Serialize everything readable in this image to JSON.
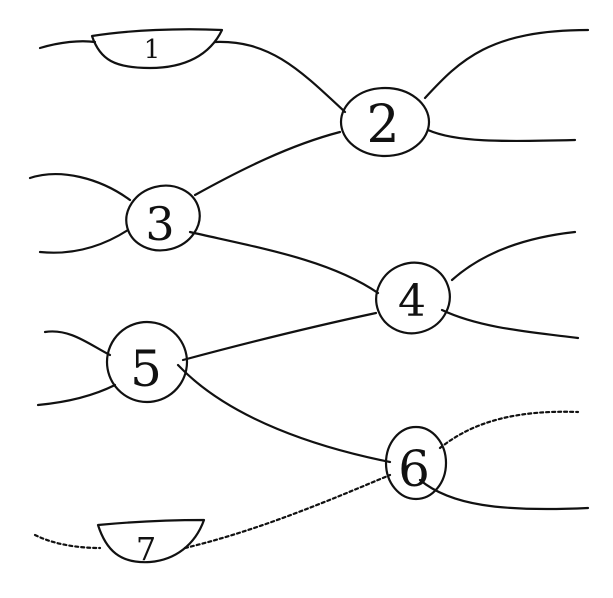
{
  "nodes": [
    {
      "id": "1",
      "label": "1",
      "shape": "half-ellipse"
    },
    {
      "id": "2",
      "label": "2",
      "shape": "ellipse"
    },
    {
      "id": "3",
      "label": "3",
      "shape": "ellipse"
    },
    {
      "id": "4",
      "label": "4",
      "shape": "ellipse"
    },
    {
      "id": "5",
      "label": "5",
      "shape": "ellipse"
    },
    {
      "id": "6",
      "label": "6",
      "shape": "ellipse"
    },
    {
      "id": "7",
      "label": "7",
      "shape": "half-ellipse"
    }
  ],
  "edges": [
    {
      "from": "1",
      "to": "2"
    },
    {
      "from": "3",
      "to": "2"
    },
    {
      "from": "3",
      "to": "4"
    },
    {
      "from": "5",
      "to": "4"
    },
    {
      "from": "5",
      "to": "6"
    },
    {
      "from": "7",
      "to": "6"
    }
  ],
  "style": {
    "ink": "#111111",
    "paper": "#ffffff"
  }
}
